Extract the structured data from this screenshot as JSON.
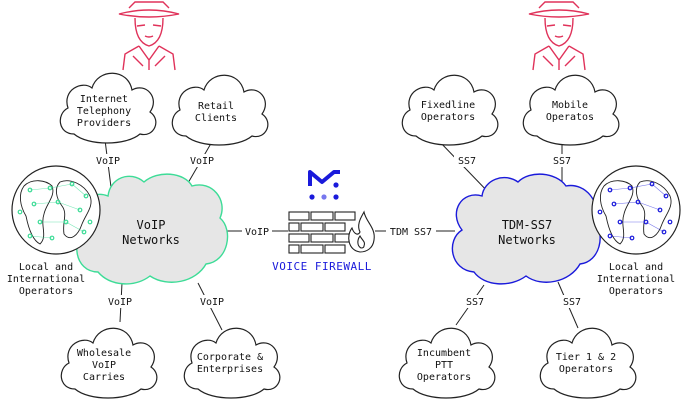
{
  "colors": {
    "voip_accent": "#3ddc97",
    "tdm_accent": "#1a1adb",
    "hacker": "#e0325a",
    "cloud_fill": "#e6e6e6",
    "line": "#222222",
    "firewall_label": "#1a1adb"
  },
  "icons": [
    "hacker-icon",
    "globe-icon",
    "firewall-icon",
    "flame-icon",
    "brand-logo-icon"
  ],
  "voip_cloud": {
    "lines": [
      "VoIP",
      "Networks"
    ]
  },
  "tdm_cloud": {
    "lines": [
      "TDM-SS7",
      "Networks"
    ]
  },
  "firewall": {
    "label": "VOICE FIREWALL"
  },
  "left_nodes": [
    {
      "id": "internet-telephony",
      "lines": [
        "Internet",
        "Telephony",
        "Providers"
      ],
      "link": "VoIP"
    },
    {
      "id": "retail-clients",
      "lines": [
        "Retail",
        "Clients"
      ],
      "link": "VoIP"
    },
    {
      "id": "wholesale-voip",
      "lines": [
        "Wholesale",
        "VoIP",
        "Carries"
      ],
      "link": "VoIP"
    },
    {
      "id": "corporate",
      "lines": [
        "Corporate &",
        "Enterprises"
      ],
      "link": "VoIP"
    }
  ],
  "right_nodes": [
    {
      "id": "fixedline",
      "lines": [
        "Fixedline",
        "Operators"
      ],
      "link": "SS7"
    },
    {
      "id": "mobile",
      "lines": [
        "Mobile",
        "Operatos"
      ],
      "link": "SS7"
    },
    {
      "id": "incumbent",
      "lines": [
        "Incumbent",
        "PTT",
        "Operators"
      ],
      "link": "SS7"
    },
    {
      "id": "tier",
      "lines": [
        "Tier 1 & 2",
        "Operators"
      ],
      "link": "SS7"
    }
  ],
  "left_globe": {
    "lines": [
      "Local and",
      "International",
      "Operators"
    ]
  },
  "right_globe": {
    "lines": [
      "Local and",
      "International",
      "Operators"
    ]
  },
  "links": {
    "voip_to_firewall": "VoIP",
    "firewall_to_tdm": "TDM SS7"
  }
}
